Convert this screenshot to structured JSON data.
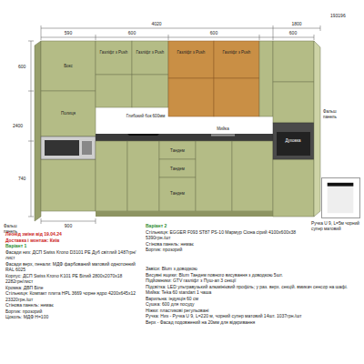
{
  "diagram": {
    "nodes": [
      {
        "text": [
          "Ручка U 9, L=5м чорний супер матовий"
        ]
      }
    ],
    "labels": [
      "193196",
      "4020",
      "1800",
      "590",
      "600",
      "600",
      "600",
      "600",
      "740",
      "2400",
      "900",
      "Газліфт з Push",
      "Газліфт з Push",
      "Газліфт з Push",
      "Газліфт з Push",
      "Бокс",
      "Полиця",
      "Глибокий бок 600мм",
      "Мийка",
      "Духовка",
      "Тандем",
      "Тандем",
      "Тандем",
      "Фальш панель",
      "Фальш панель",
      "Варіант 2",
      "Стільниця: EGGER F093 ST87 PS-10 Мармур Сіона сірий 4100х600х38 5390грн./шт",
      "Стінова панель: немає",
      "Бортик: прозорий",
      "Леонід зміни від 19.04.24",
      "Доставка і монтаж: Київ",
      "Варіант 1",
      "Фасади низ: ДСП Swiss Krono D3101 PE Дуб світлий 1487грн/лист",
      "Фасади верх, пенали: МДФ фарбований матовий однотонний RAL 6025",
      "Корпус: ДСП Swiss Krono K101 PE Білий 2800х2070х18 2282грн/лист",
      "Кромка: ДВП Біле",
      "Стільниця: Компакт плита HPL 3669 чорне ядро 4200х645х12 23320грн./шт",
      "Стінова панель: немає",
      "Бортик: прозорий",
      "Цоколь: МДФ Н=100",
      "Завіси: Blum з доводкою",
      "Висувні ящики: Blum Тандем повного висування з доводкою 5шт.",
      "Підйомники: GTV газліфт з Пуш-ап 3 секції",
      "Підсвітка: LED ультравузький алюмінієвий профіль; у раз. верх. секцій. вмикач сенсор на шафі.",
      "Мийка: Teka 60 standart 1 чаша",
      "Варильна: індукція 60 см",
      "Сушка: 600 для посуду",
      "Ніжки: пластикові регульовані",
      "Ручка: Низ - Ручка U 9, L=220 м, чорний супер матовий 14шт. 1037грн./шт",
      "Верх - Фасад подовжений на 20мм для відкривання"
    ]
  }
}
